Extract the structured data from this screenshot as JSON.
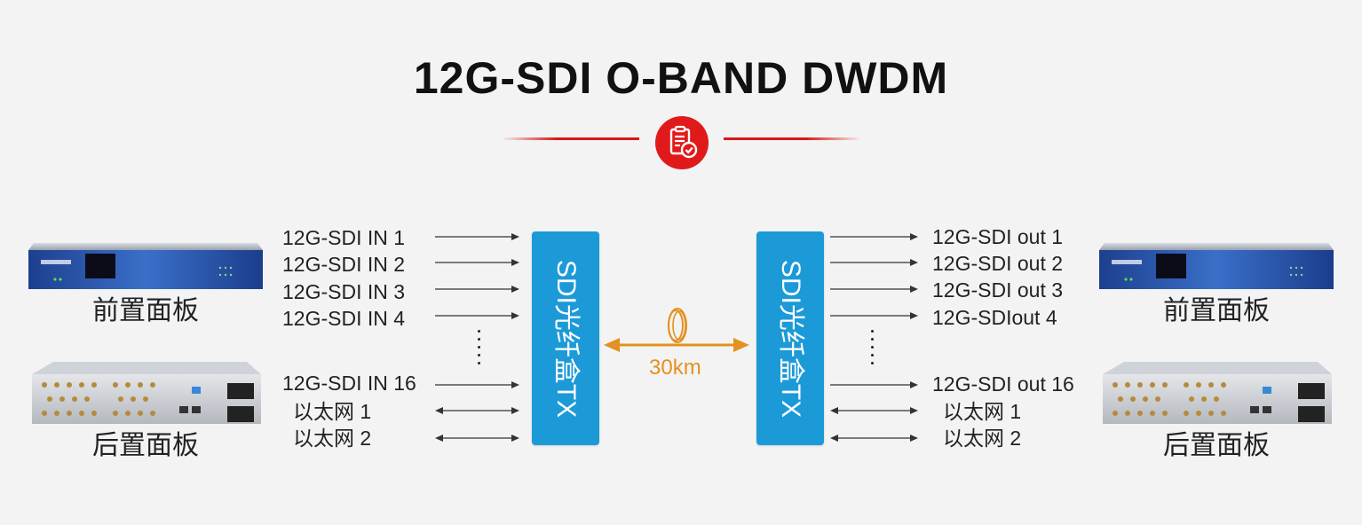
{
  "title": "12G-SDI O-BAND DWDM",
  "icons": {
    "badge": "clipboard-check-icon",
    "fiber": "fiber-coil-icon"
  },
  "colors": {
    "accent_red": "#e01a1a",
    "box_blue": "#1c9ad8",
    "link_orange": "#e39120"
  },
  "left": {
    "front_label": "前置面板",
    "back_label": "后置面板",
    "box_label": "SDI光纤盒TX",
    "inputs": [
      "12G-SDI IN 1",
      "12G-SDI IN 2",
      "12G-SDI IN 3",
      "12G-SDI IN 4"
    ],
    "input_last": "12G-SDI IN 16",
    "ethernet": [
      "以太网 1",
      "以太网 2"
    ]
  },
  "link": {
    "distance": "30km"
  },
  "right": {
    "front_label": "前置面板",
    "back_label": "后置面板",
    "box_label": "SDI光纤盒TX",
    "outputs": [
      "12G-SDI out 1",
      "12G-SDI out 2",
      "12G-SDI out 3",
      "12G-SDIout 4"
    ],
    "output_last": "12G-SDI out 16",
    "ethernet": [
      "以太网 1",
      "以太网 2"
    ]
  }
}
